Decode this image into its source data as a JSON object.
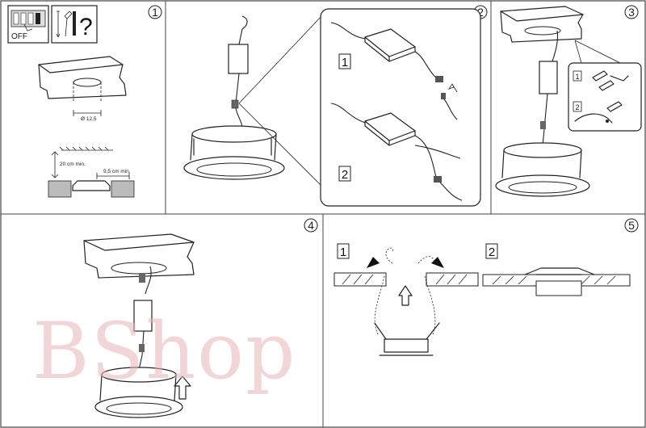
{
  "steps": [
    {
      "number": "1"
    },
    {
      "number": "2"
    },
    {
      "number": "3"
    },
    {
      "number": "4"
    },
    {
      "number": "5"
    }
  ],
  "step1": {
    "switch_label": "OFF",
    "tools_question": "?",
    "hole_diameter": "Ø 12,5",
    "clearance_height": "20 cm min.",
    "clearance_side": "9,5 cm min."
  },
  "step2": {
    "option_1": "1",
    "option_2": "2"
  },
  "step3": {
    "option_1": "1",
    "option_2": "2"
  },
  "step5": {
    "option_1": "1",
    "option_2": "2"
  },
  "watermark": "BShop"
}
